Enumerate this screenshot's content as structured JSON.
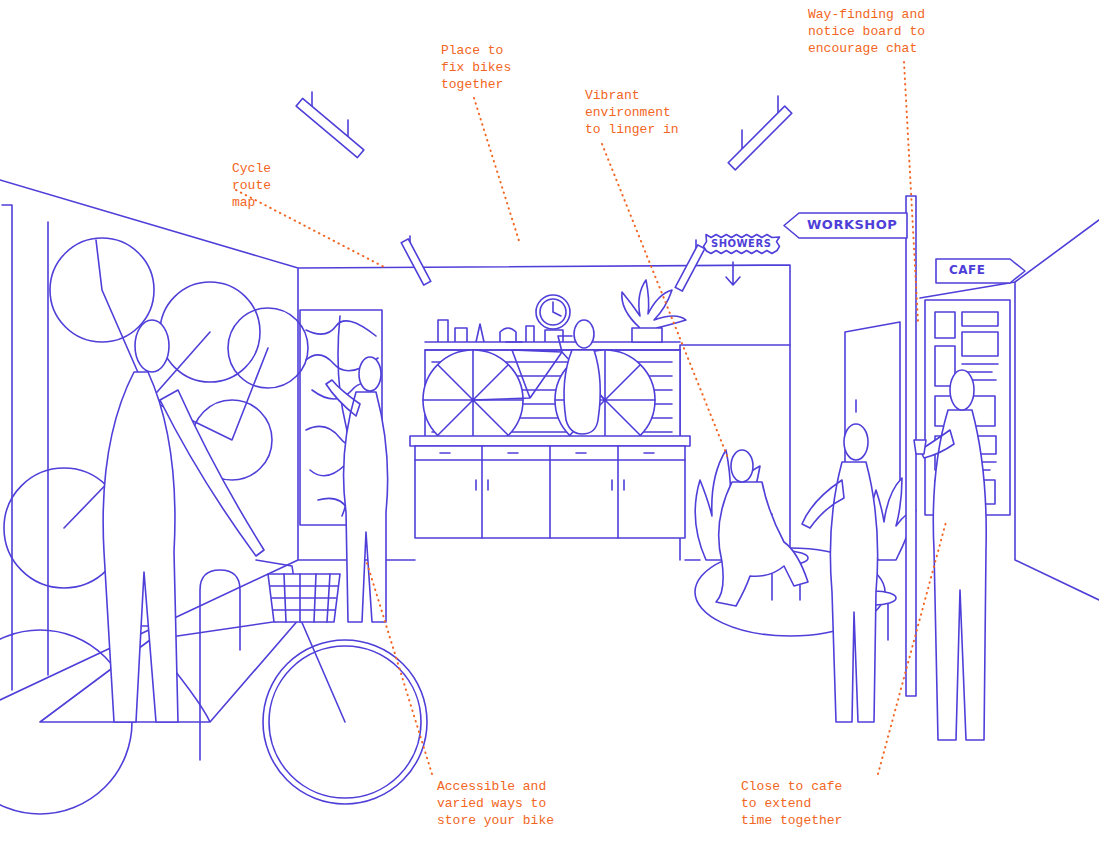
{
  "diagram": {
    "nodes": [
      {
        "text": [
          "WORKSHOP"
        ]
      },
      {
        "text": [
          "SHOWERS"
        ]
      },
      {
        "text": [
          "CAFE"
        ]
      }
    ],
    "labels": [
      "Way-finding and notice board to encourage chat",
      "Place to fix bikes together",
      "Vibrant environment to linger in",
      "Cycle route map",
      "Accessible and varied ways to store your bike",
      "Close to cafe to extend time together"
    ]
  }
}
